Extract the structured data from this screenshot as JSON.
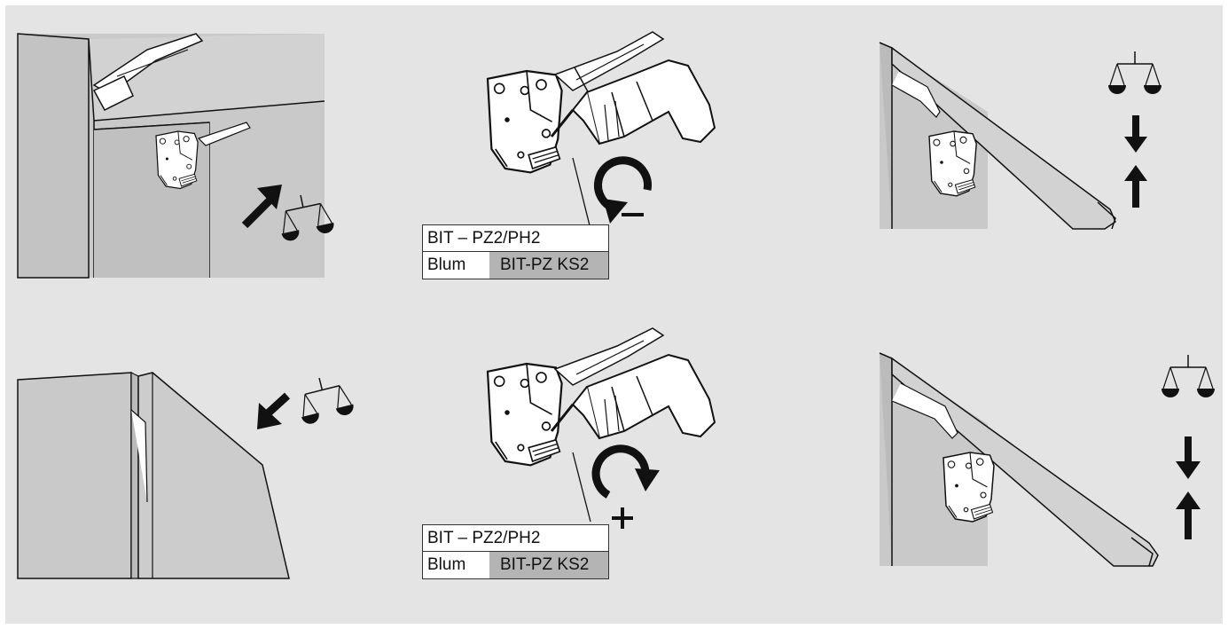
{
  "colors": {
    "background": "#e4e4e4",
    "cabinet": "#c9c9c9",
    "cabinet_dark": "#b8b8b8",
    "cabinet_light": "#d6d6d6",
    "line": "#111111",
    "label_grey": "#b4b4b4"
  },
  "bit_labels": [
    {
      "title": "BIT – PZ2/PH2",
      "brand": "Blum",
      "code": "BIT-PZ KS2"
    },
    {
      "title": "BIT – PZ2/PH2",
      "brand": "Blum",
      "code": "BIT-PZ KS2"
    }
  ],
  "icons": {
    "reduce_force": "rotate-counterclockwise-minus-icon",
    "increase_force": "rotate-clockwise-plus-icon",
    "balance": "balance-scale-icon",
    "arrows": "arrow-icon"
  }
}
